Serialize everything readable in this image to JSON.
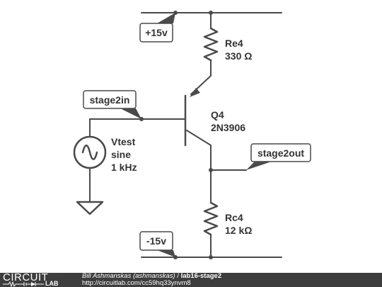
{
  "components": {
    "re4": {
      "name": "Re4",
      "value": "330 Ω"
    },
    "rc4": {
      "name": "Rc4",
      "value": "12 kΩ"
    },
    "q4": {
      "name": "Q4",
      "part": "2N3906"
    },
    "vtest": {
      "name": "Vtest",
      "waveform": "sine",
      "frequency": "1 kHz"
    }
  },
  "net_labels": {
    "vpos": "+15v",
    "vneg": "-15v",
    "input": "stage2in",
    "output": "stage2out"
  },
  "footer": {
    "brand_top": "CIRCUIT",
    "brand_bottom": "LAB",
    "author": "Bill Ashmanskas (ashmanskas)",
    "separator": " / ",
    "circuit_title": "lab16-stage2",
    "url": "http://circuitlab.com/cc59hq33ynvm8"
  },
  "colors": {
    "ink": "#4a4a4a",
    "footer_bg": "#3d3d3d"
  }
}
